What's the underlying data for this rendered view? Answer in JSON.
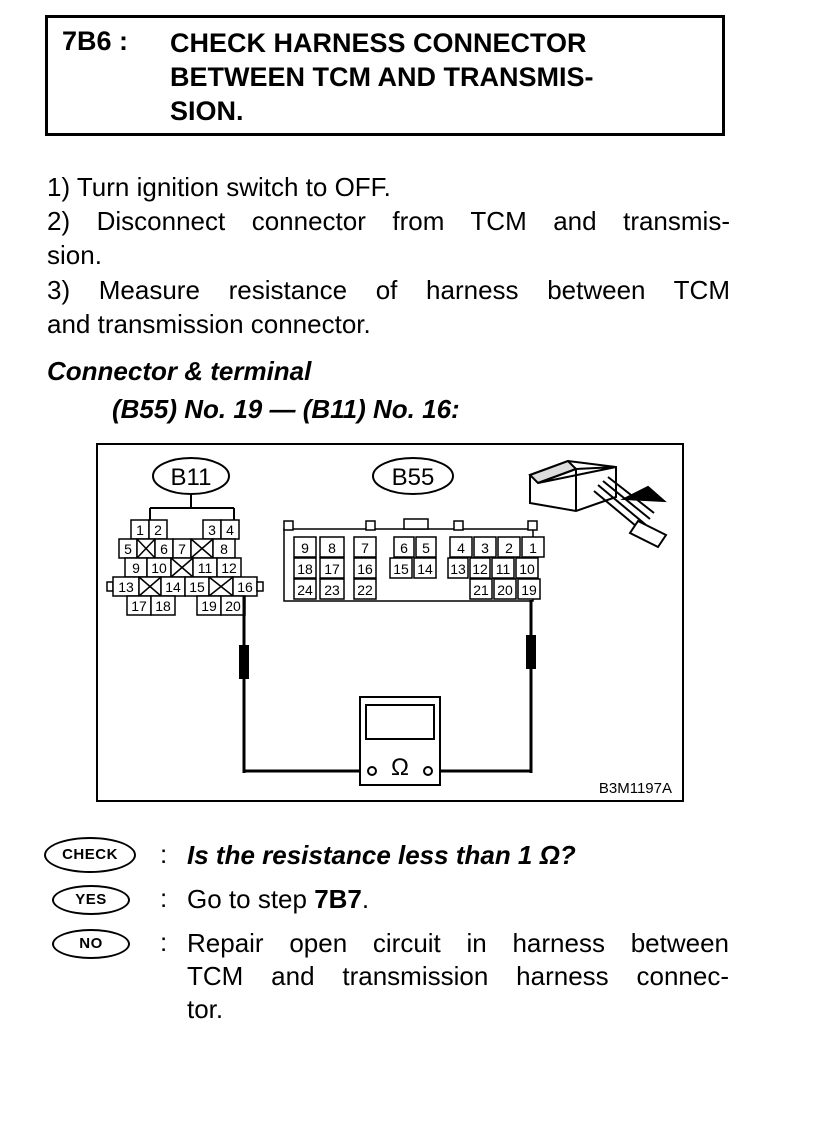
{
  "header": {
    "step_code": "7B6 :",
    "title_lines": [
      "CHECK HARNESS CONNECTOR",
      "BETWEEN TCM AND TRANSMIS-",
      "SION."
    ]
  },
  "instructions": [
    "1)  Turn ignition switch to OFF.",
    "2)  Disconnect connector from TCM and transmis-",
    "sion.",
    "3)  Measure resistance of harness between TCM",
    "and transmission connector."
  ],
  "connector_heading": "Connector & terminal",
  "connector_terminals": "(B55) No. 19 — (B11) No. 16:",
  "diagram": {
    "b11_label": "B11",
    "b55_label": "B55",
    "figure_code": "B3M1197A",
    "ohm_symbol": "Ω",
    "b11_pins": [
      "1",
      "2",
      "3",
      "4",
      "5",
      "6",
      "7",
      "8",
      "9",
      "10",
      "11",
      "12",
      "13",
      "14",
      "15",
      "16",
      "17",
      "18",
      "19",
      "20"
    ],
    "b55_pins": [
      "9",
      "8",
      "7",
      "6",
      "5",
      "4",
      "3",
      "2",
      "1",
      "18",
      "17",
      "16",
      "15",
      "14",
      "13",
      "12",
      "11",
      "10",
      "24",
      "23",
      "22",
      "21",
      "20",
      "19"
    ]
  },
  "answers": {
    "check_label": "CHECK",
    "check_text": "Is the resistance less than 1 Ω?",
    "yes_label": "YES",
    "yes_prefix": "Go to step ",
    "yes_step": "7B7",
    "yes_suffix": ".",
    "no_label": "NO",
    "no_lines": [
      "Repair open circuit in harness between",
      "TCM and transmission harness connec-",
      "tor."
    ]
  }
}
